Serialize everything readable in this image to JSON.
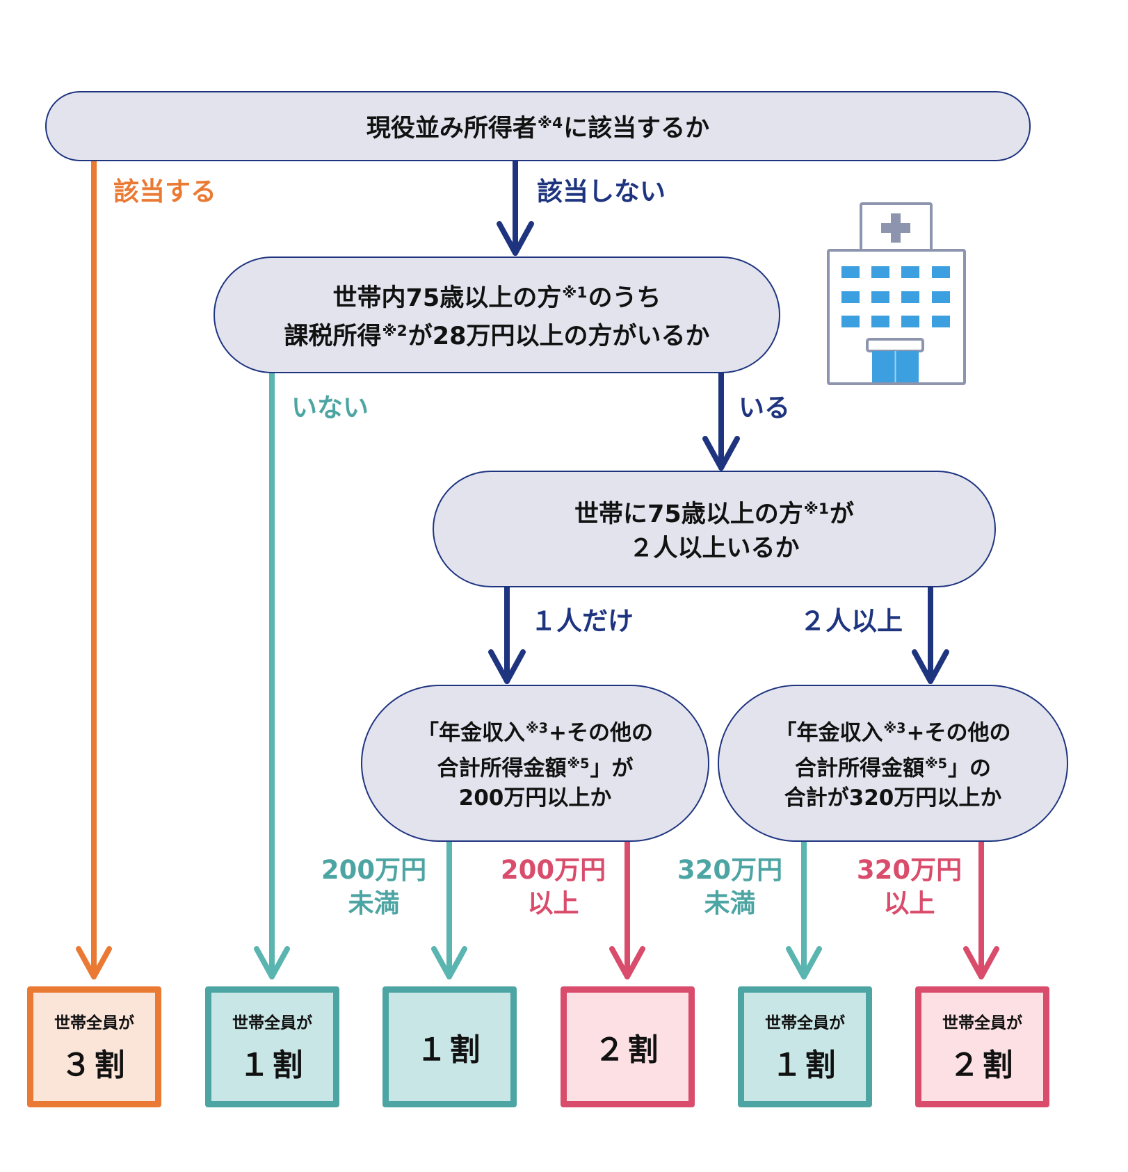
{
  "colors": {
    "node_fill": "#e3e3ee",
    "node_border": "#1e347f",
    "navy": "#1e347f",
    "orange": "#ea7a33",
    "teal": "#5ab4b0",
    "teal_text": "#4da5a3",
    "pink": "#d94c6b",
    "result_orange_fill": "#fbe4d8",
    "result_teal_fill": "#c9e6e6",
    "result_pink_fill": "#fde0e4"
  },
  "nodes": {
    "q1": {
      "parts": [
        "現役並み所得者",
        "※4",
        "に該当するか"
      ]
    },
    "q2": {
      "line1": [
        "世帯内75歳以上の方",
        "※1",
        "のうち"
      ],
      "line2": [
        "課税所得",
        "※2",
        "が28万円以上の方がいるか"
      ]
    },
    "q3": {
      "line1": [
        "世帯に75歳以上の方",
        "※1",
        "が"
      ],
      "line2": "２人以上いるか"
    },
    "q4": {
      "line1": [
        "「年金収入",
        "※3",
        "+その他の"
      ],
      "line2": [
        "合計所得金額",
        "※5",
        "」が"
      ],
      "line3": "200万円以上か"
    },
    "q5": {
      "line1": [
        "「年金収入",
        "※3",
        "+その他の"
      ],
      "line2": [
        "合計所得金額",
        "※5",
        "」の"
      ],
      "line3": "合計が320万円以上か"
    }
  },
  "edges": {
    "q1_yes": "該当する",
    "q1_no": "該当しない",
    "q2_no": "いない",
    "q2_yes": "いる",
    "q3_one": "１人だけ",
    "q3_two": "２人以上",
    "q4_under": [
      "200万円",
      "未満"
    ],
    "q4_over": [
      "200万円",
      "以上"
    ],
    "q5_under": [
      "320万円",
      "未満"
    ],
    "q5_over": [
      "320万円",
      "以上"
    ]
  },
  "results": [
    {
      "sub": "世帯全員が",
      "value": "３割",
      "color": "orange"
    },
    {
      "sub": "世帯全員が",
      "value": "１割",
      "color": "teal"
    },
    {
      "sub": "",
      "value": "１割",
      "color": "teal"
    },
    {
      "sub": "",
      "value": "２割",
      "color": "pink"
    },
    {
      "sub": "世帯全員が",
      "value": "１割",
      "color": "teal"
    },
    {
      "sub": "世帯全員が",
      "value": "２割",
      "color": "pink"
    }
  ],
  "illustration": {
    "icon": "hospital-icon"
  }
}
